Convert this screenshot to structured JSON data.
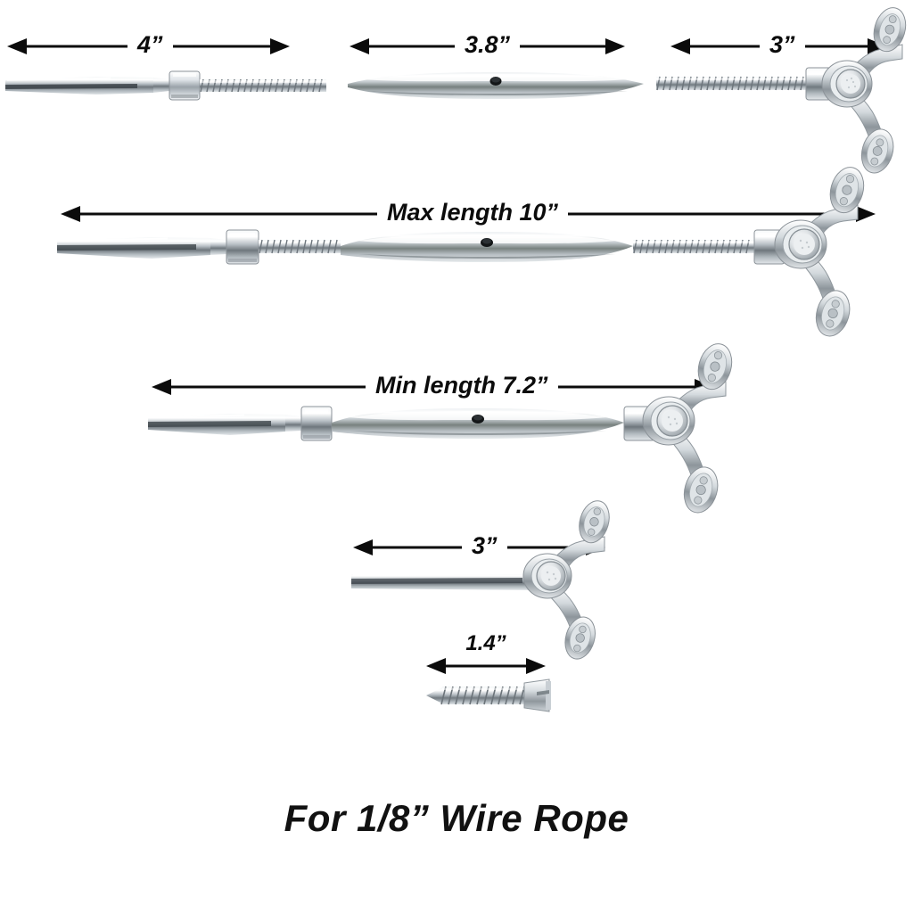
{
  "figure": {
    "caption": "For 1/8” Wire Rope",
    "background_color": "#ffffff",
    "arrow_color": "#0b0b0b",
    "metal_color": "#c8cdd2"
  },
  "rows": [
    {
      "id": "components-row",
      "name": "exploded-components",
      "parts": [
        {
          "name": "swage-stud",
          "label": "4”",
          "label_unit": "inch",
          "value": 4
        },
        {
          "name": "turnbuckle-body",
          "label": "3.8”",
          "label_unit": "inch",
          "value": 3.8
        },
        {
          "name": "pivot-base-fitting",
          "label": "3”",
          "label_unit": "inch",
          "value": 3
        }
      ]
    },
    {
      "id": "max-length-row",
      "name": "assembly-extended",
      "parts": [
        {
          "name": "turnbuckle-assembly-max",
          "label": "Max length 10”",
          "label_unit": "inch",
          "value": 10
        }
      ]
    },
    {
      "id": "min-length-row",
      "name": "assembly-compressed",
      "parts": [
        {
          "name": "turnbuckle-assembly-min",
          "label": "Min length 7.2”",
          "label_unit": "inch",
          "value": 7.2
        }
      ]
    },
    {
      "id": "stud-base-row",
      "name": "swage-stud-with-base",
      "parts": [
        {
          "name": "swage-stud-base-assembly",
          "label": "3”",
          "label_unit": "inch",
          "value": 3
        }
      ]
    },
    {
      "id": "screw-row",
      "name": "mounting-screw",
      "parts": [
        {
          "name": "self-tapping-screw",
          "label": "1.4”",
          "label_unit": "inch",
          "value": 1.4
        }
      ]
    }
  ]
}
